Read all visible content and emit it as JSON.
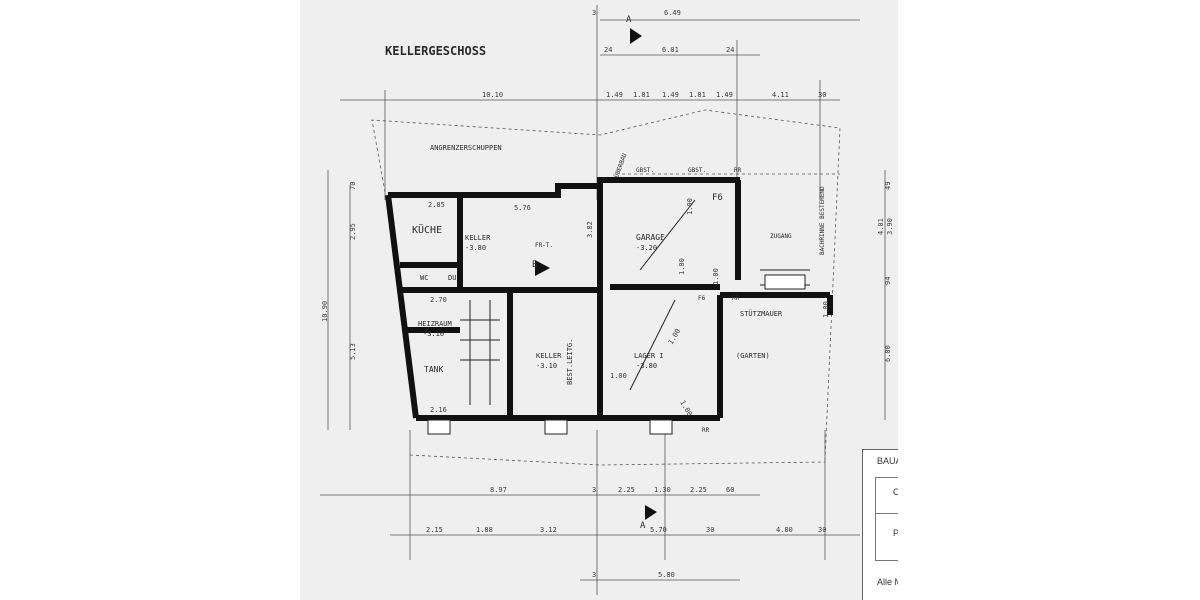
{
  "title": "KELLERGESCHOSS",
  "neighbor_label": "ANGRENZERSCHUPPEN",
  "rooms": {
    "kueche": "KÜCHE",
    "keller_top": "KELLER",
    "keller_top_level": "-3.80",
    "wc": "WC",
    "du": "DU",
    "heizraum": "HEIZRAUM",
    "heizraum_level": "-3.10",
    "tank": "TANK",
    "keller_mid": "KELLER",
    "keller_mid_level": "-3.10",
    "best_leitg": "BEST.LEITG.",
    "garage": "GARAGE",
    "garage_level": "-3.20",
    "lager": "LAGER I",
    "lager_level": "-3.80",
    "garten": "(GARTEN)",
    "stuetzmauer": "STÜTZMAUER",
    "zugang": "ZUGANG",
    "ueberbau": "ÜBERBAU",
    "fr_t": "FR-T.",
    "gbst1": "GBST.",
    "gbst2": "GBST.",
    "bach": "BACHRINNE BESTEHEND",
    "rr1": "RR",
    "rr2": "RR",
    "rr3": "RR",
    "f6a": "F6",
    "f6b": "F6"
  },
  "section_marks": {
    "a_top": "A",
    "a_bottom": "A",
    "b": "B"
  },
  "dims": {
    "top_649": "6.49",
    "top_601": "6.01",
    "top_24a": "24",
    "top_24b": "24",
    "top_3": "3",
    "row3": [
      "1.49",
      "1.01",
      "1.49",
      "1.01",
      "1.49",
      "4.11",
      "30"
    ],
    "row3_left": "10.10",
    "left_70": "70",
    "left_295": "2.95",
    "left_1090": "10.90",
    "left_513": "5.13",
    "r_49": "49",
    "r_401": "4.01",
    "r_390": "3.90",
    "r_94": "94",
    "r_600": "6.00",
    "inner_285": "2.85",
    "inner_576": "5.76",
    "inner_382": "3.82",
    "inner_270": "2.70",
    "inner_216": "2.16",
    "inner_100a": "1.00",
    "inner_100b": "1.00",
    "inner_100c": "1.00",
    "inner_100d": "1.00",
    "inner_100e": "1.00",
    "inner_100f": "1.00",
    "inner_100g": "1.00",
    "bottom_897": "8.97",
    "bottom_row1": [
      "2.25",
      "1.30",
      "2.25",
      "60"
    ],
    "bottom_row2": [
      "2.15",
      "1.88",
      "3.12",
      "5.70",
      "30",
      "4.80",
      "30"
    ],
    "bottom_580": "5.80",
    "bottom_3a": "3",
    "bottom_3b": "3"
  },
  "title_block": {
    "header": "BAUA",
    "cell_a": "O",
    "cell_b": "P",
    "footer": "Alle M"
  }
}
